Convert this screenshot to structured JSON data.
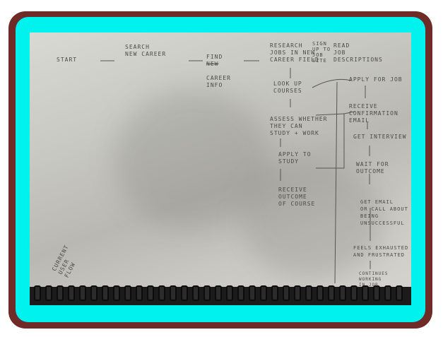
{
  "diagram": {
    "nodes": {
      "start": "START",
      "search": "SEARCH\nNEW CAREER",
      "find_info_prefix": "FIND",
      "find_info_struck": "NEW",
      "find_info_rest": "CAREER\nINFO",
      "research_jobs": "RESEARCH\nJOBS IN NEW\nCAREER FIELD",
      "sign_up": "SIGN\nUP TO\nJOB\nSITE",
      "read_desc": "READ\nJOB\nDESCRIPTIONS",
      "look_up_courses": "LOOK UP\nCOURSES",
      "assess_study": "ASSESS WHETHER\nTHEY CAN\nSTUDY + WORK",
      "apply_study": "APPLY TO\nSTUDY",
      "receive_outcome": "RECEIVE\nOUTCOME\nOF COURSE",
      "apply_job": "APPLY FOR JOB",
      "receive_confirmation": "RECEIVE CONFIRMATION\nEMAIL",
      "get_interview": "GET INTERVIEW",
      "wait_outcome": "WAIT FOR\nOUTCOME",
      "get_email": "GET EMAIL\nOR CALL ABOUT\nBEING UNSUCCESSFUL",
      "feels_exhausted": "FEELS EXHAUSTED\nAND FRUSTRATED",
      "continues": "CONTINUES WORKING\nIN JOB"
    },
    "side_label": "CURRENT\nUSER\nFLOW"
  },
  "colors": {
    "frame_outer": "#6e2b27",
    "frame_inner": "#00f2ef",
    "ink": "#4a4a48",
    "paper": "#cfcfca"
  }
}
